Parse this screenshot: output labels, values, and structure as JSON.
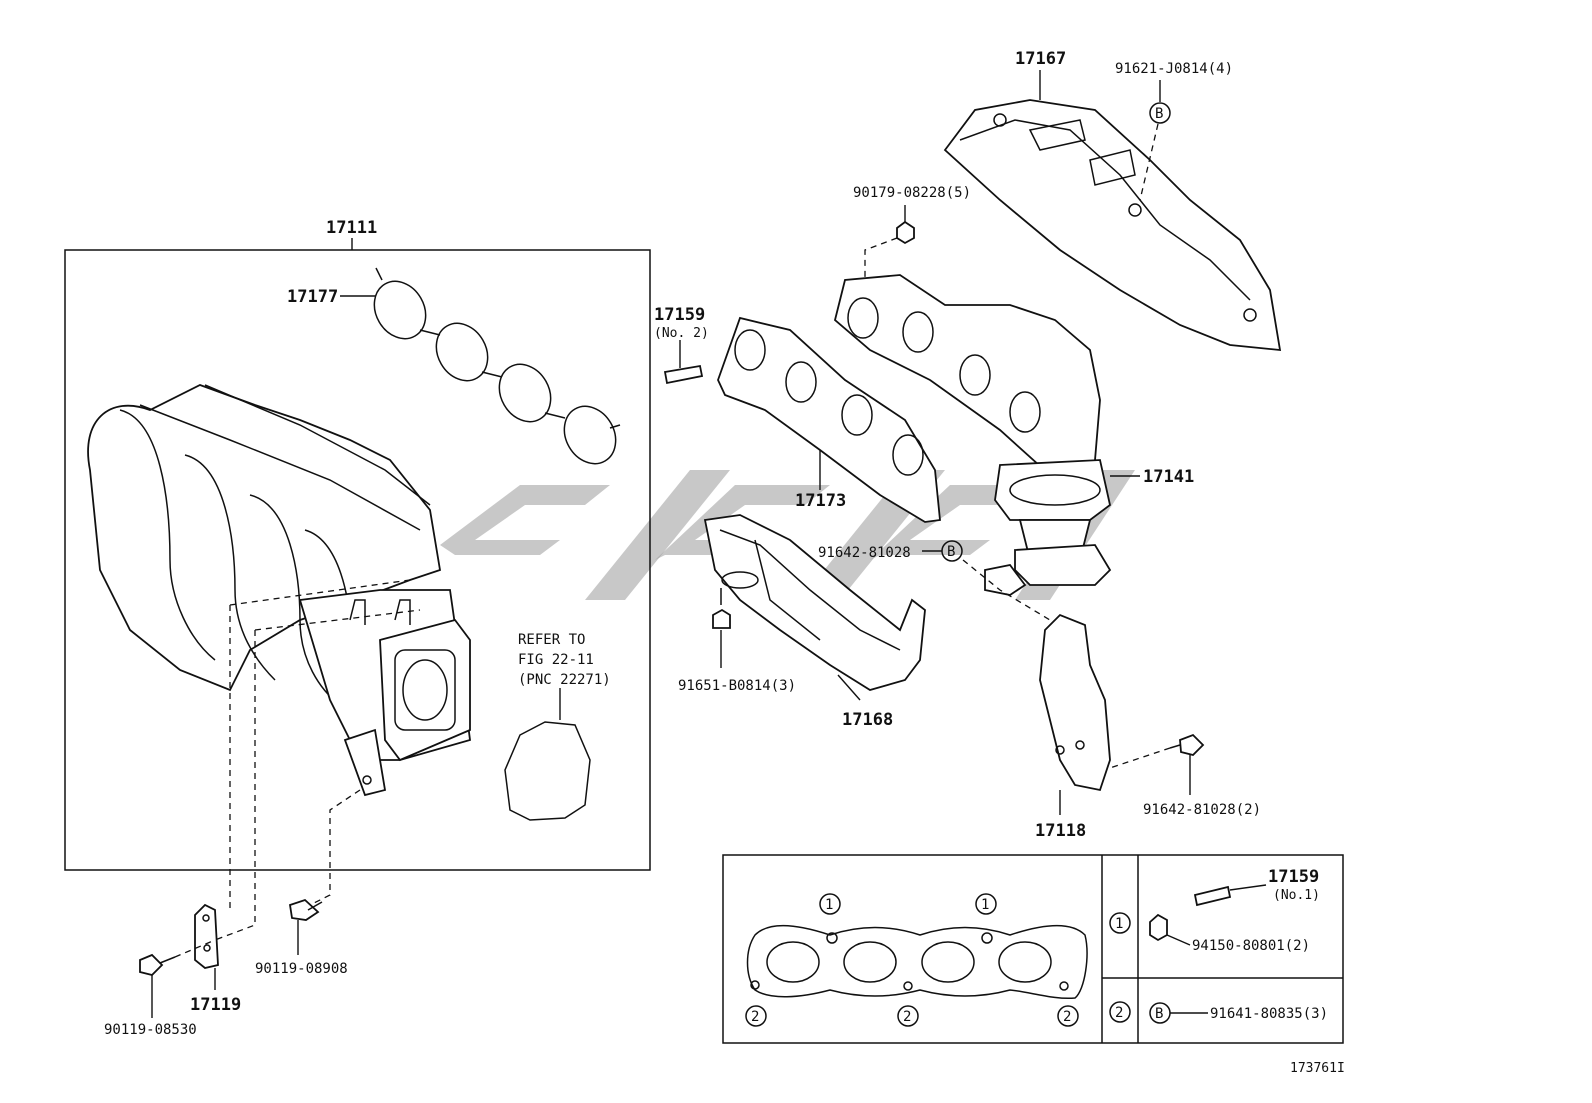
{
  "diagram": {
    "figure_id": "173761I",
    "refer_note": [
      "REFER TO",
      "FIG 22-11",
      "(PNC 22271)"
    ],
    "parts": {
      "p17111": "17111",
      "p17177": "17177",
      "p17159_top": "17159",
      "p17159_top_sub": "(No. 2)",
      "p17167": "17167",
      "p91621": "91621-J0814(4)",
      "p90179": "90179-08228(5)",
      "p17173": "17173",
      "p17141": "17141",
      "p91642_b": "91642-81028",
      "p91651": "91651-B0814(3)",
      "p17168": "17168",
      "p91642_2": "91642-81028(2)",
      "p17118": "17118",
      "p90119_08908": "90119-08908",
      "p17119": "17119",
      "p90119_08530": "90119-08530",
      "p17159_no1": "17159",
      "p17159_no1_sub": "(No.1)",
      "p94150": "94150-80801(2)",
      "p91641": "91641-80835(3)"
    },
    "markers": {
      "one": "1",
      "two": "2",
      "b": "B"
    }
  }
}
